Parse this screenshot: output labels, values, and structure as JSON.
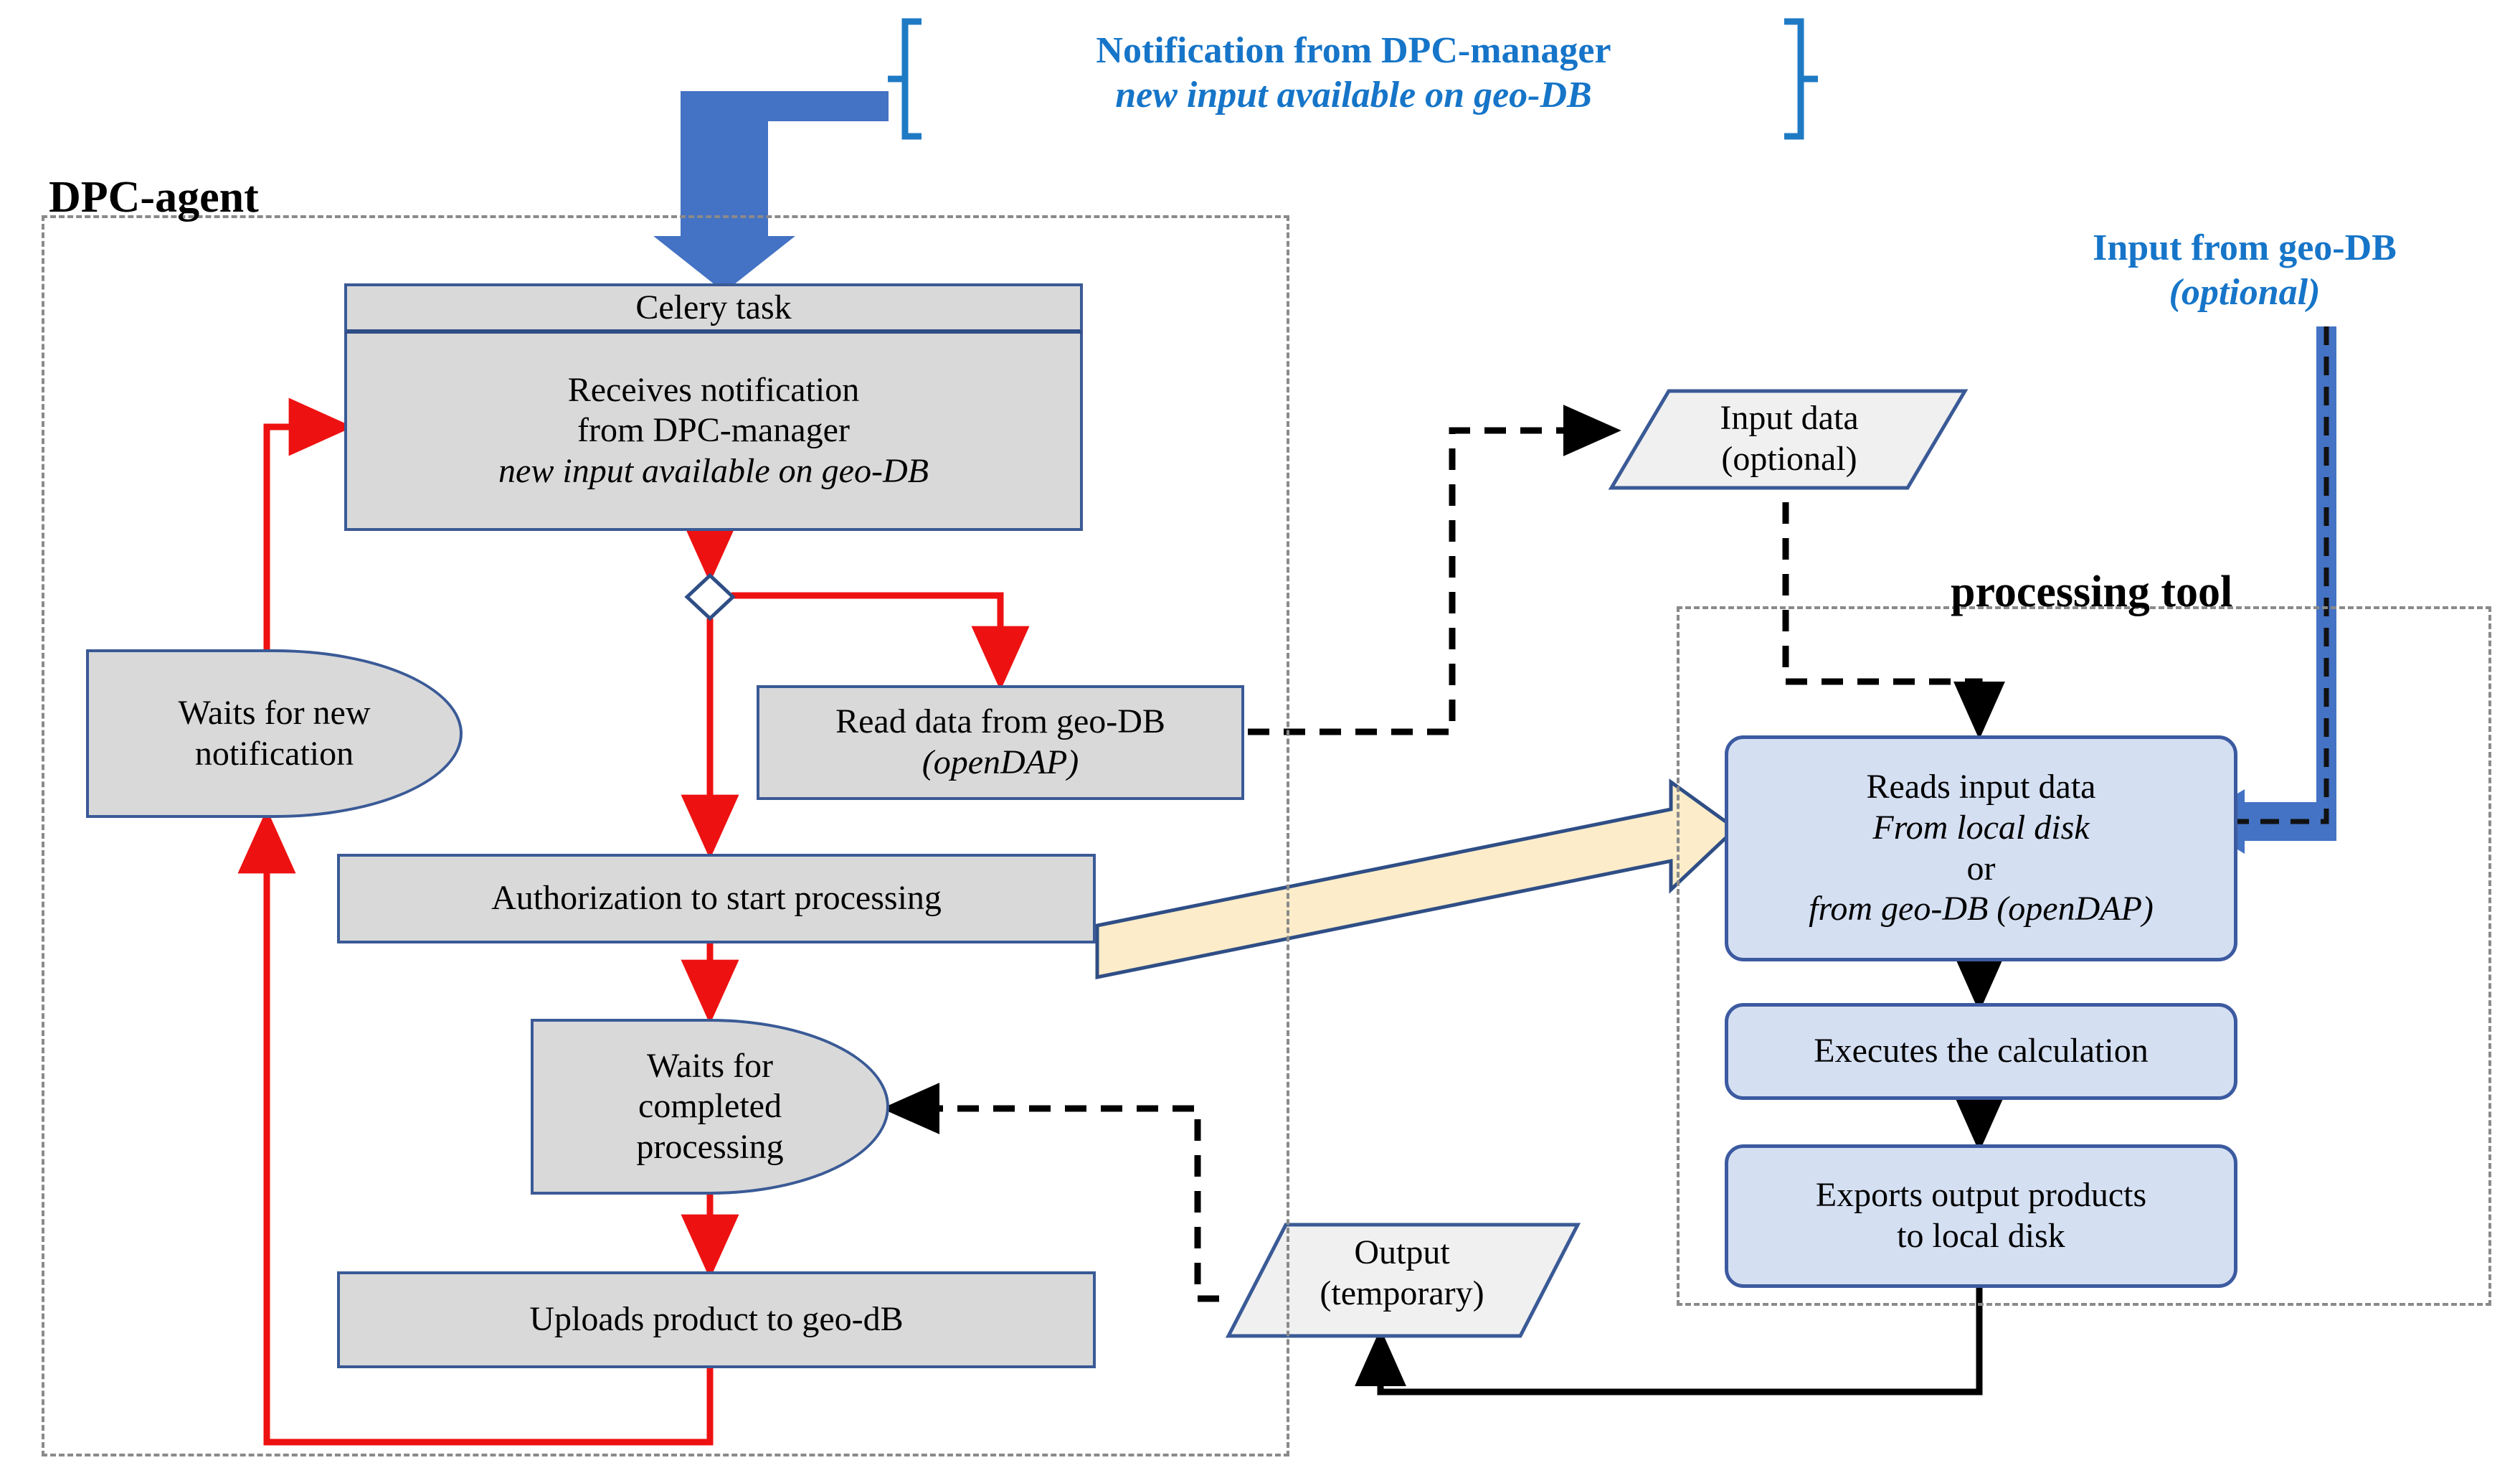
{
  "diagram": {
    "type": "flowchart",
    "containers": [
      {
        "id": "dpc-agent",
        "title": "DPC-agent"
      },
      {
        "id": "processing-tool",
        "title": "processing tool"
      }
    ],
    "annotations": {
      "notification": {
        "line1": "Notification from DPC-manager",
        "line2": "new input available on geo-DB"
      },
      "geodb_input": {
        "line1": "Input from geo-DB",
        "line2": "(optional)"
      }
    },
    "nodes": {
      "celery_header": "Celery task",
      "celery_body_l1": "Receives notification",
      "celery_body_l2": "from DPC-manager",
      "celery_body_l3": "new input available on geo-DB",
      "waits_new_l1": "Waits for new",
      "waits_new_l2": "notification",
      "read_geodb_l1": "Read data from geo-DB",
      "read_geodb_l2": "(openDAP)",
      "authorization": "Authorization to start processing",
      "waits_completed_l1": "Waits for",
      "waits_completed_l2": "completed",
      "waits_completed_l3": "processing",
      "uploads": "Uploads product to geo-dB",
      "input_data_l1": "Input data",
      "input_data_l2": "(optional)",
      "output_l1": "Output",
      "output_l2": "(temporary)",
      "reads_input_l1": "Reads input data",
      "reads_input_l2": "From local disk",
      "reads_input_l3": "or",
      "reads_input_l4": "from geo-DB (openDAP)",
      "executes": "Executes the calculation",
      "exports_l1": "Exports output products",
      "exports_l2": "to local disk"
    },
    "colors": {
      "grey_fill": "#D9D9D9",
      "blue_border": "#3A5A96",
      "blue_fill": "#D4DFF2",
      "annotation_blue": "#1675C8",
      "red_flow": "#EE1111",
      "black_flow": "#000000",
      "yellow_arrow": "#FCECC9",
      "container_dash": "#8A8A8A"
    }
  }
}
